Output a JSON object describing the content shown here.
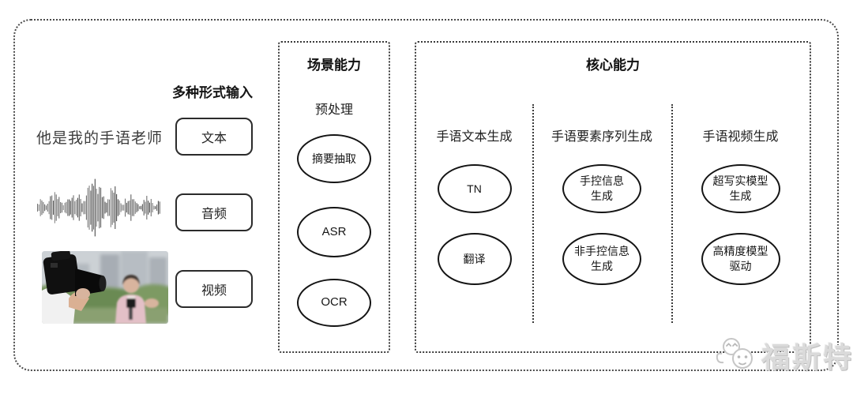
{
  "colors": {
    "line": "#1c1c1c",
    "panel_border": "#3a3a3a",
    "watermark": "#dadada"
  },
  "input_section": {
    "header": "多种形式输入",
    "text_example": "他是我的手语老师",
    "items": [
      {
        "label": "文本"
      },
      {
        "label": "音频"
      },
      {
        "label": "视频"
      }
    ]
  },
  "scene_panel": {
    "title": "场景能力",
    "subtitle": "预处理",
    "nodes": [
      "摘要抽取",
      "ASR",
      "OCR"
    ]
  },
  "core_panel": {
    "title": "核心能力",
    "columns": [
      {
        "header": "手语文本生成",
        "nodes": [
          "TN",
          "翻译"
        ]
      },
      {
        "header": "手语要素序列生成",
        "nodes": [
          "手控信息\n生成",
          "非手控信息\n生成"
        ]
      },
      {
        "header": "手语视频生成",
        "nodes": [
          "超写实模型\n生成",
          "高精度模型\n驱动"
        ]
      }
    ]
  },
  "watermark": {
    "text": "福斯特"
  }
}
